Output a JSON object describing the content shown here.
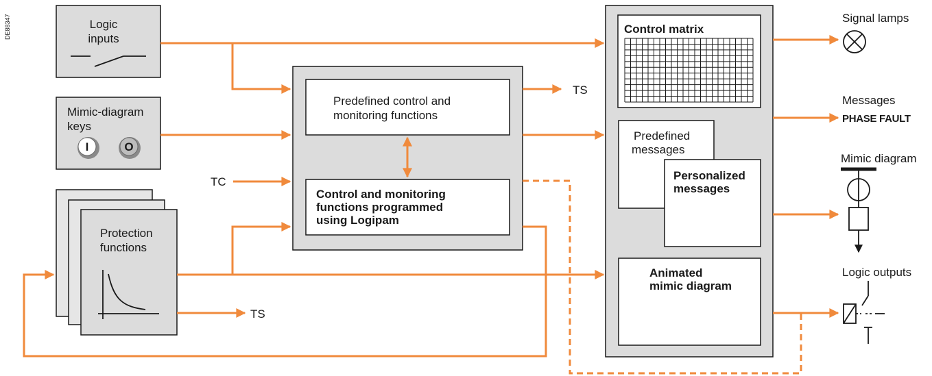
{
  "doc_ref": "DE88347",
  "inputs": {
    "logic_inputs": [
      "Logic",
      "inputs"
    ],
    "mimic_keys": [
      "Mimic-diagram",
      "keys"
    ],
    "key_on": "I",
    "key_off": "O",
    "protection": [
      "Protection",
      "functions"
    ],
    "tc": "TC"
  },
  "center": {
    "predefined": [
      "Predefined control and",
      "monitoring functions"
    ],
    "logipam": [
      "Control and monitoring",
      "functions programmed",
      "using Logipam"
    ],
    "ts_top": "TS",
    "ts_bottom": "TS"
  },
  "right": {
    "control_matrix": "Control matrix",
    "predefined_messages": [
      "Predefined",
      "messages"
    ],
    "personalized_messages": [
      "Personalized",
      "messages"
    ],
    "animated_mimic": [
      "Animated",
      "mimic diagram"
    ]
  },
  "outputs": {
    "signal_lamps": "Signal lamps",
    "messages": "Messages",
    "phase_fault": "PHASE FAULT",
    "mimic_diagram": "Mimic diagram",
    "logic_outputs": "Logic outputs"
  },
  "colors": {
    "arrow": "#f08a3c",
    "panel_fill": "#dcdcdc",
    "box_fill": "#ffffff",
    "stroke": "#1a1a1a"
  }
}
